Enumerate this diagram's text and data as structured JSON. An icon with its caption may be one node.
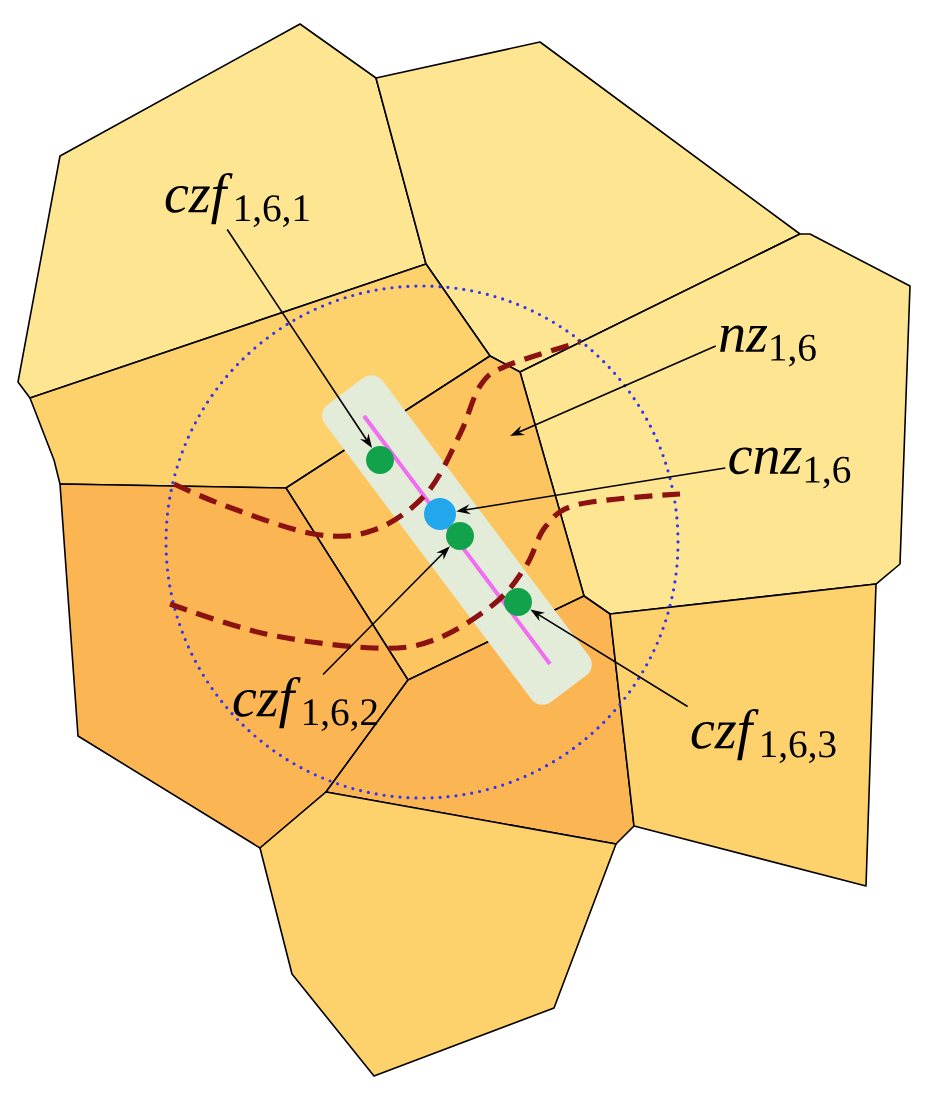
{
  "diagram": {
    "nodes": [
      {
        "text": [
          "*czf*$_{1,6,1}$"
        ]
      },
      {
        "text": [
          "*nz*$_{1,6}$"
        ]
      },
      {
        "text": [
          "*cnz*$_{1,6}$"
        ]
      },
      {
        "text": [
          "*czf*$_{1,6,2}$"
        ]
      },
      {
        "text": [
          "*czf*$_{1,6,3}$"
        ]
      },
      {
        "text": [],
        "shape": "circle"
      },
      {
        "text": [],
        "shape": "circle"
      },
      {
        "text": [],
        "shape": "circle"
      },
      {
        "text": [],
        "shape": "circle"
      }
    ],
    "edges": [
      {
        "from": 0,
        "to": 5,
        "arrow": "to"
      },
      {
        "from": 1,
        "to": null,
        "arrow": "to"
      },
      {
        "from": 2,
        "to": 6,
        "arrow": "to"
      },
      {
        "from": 3,
        "to": 7,
        "arrow": "to"
      },
      {
        "from": 4,
        "to": 8,
        "arrow": "to"
      }
    ]
  }
}
